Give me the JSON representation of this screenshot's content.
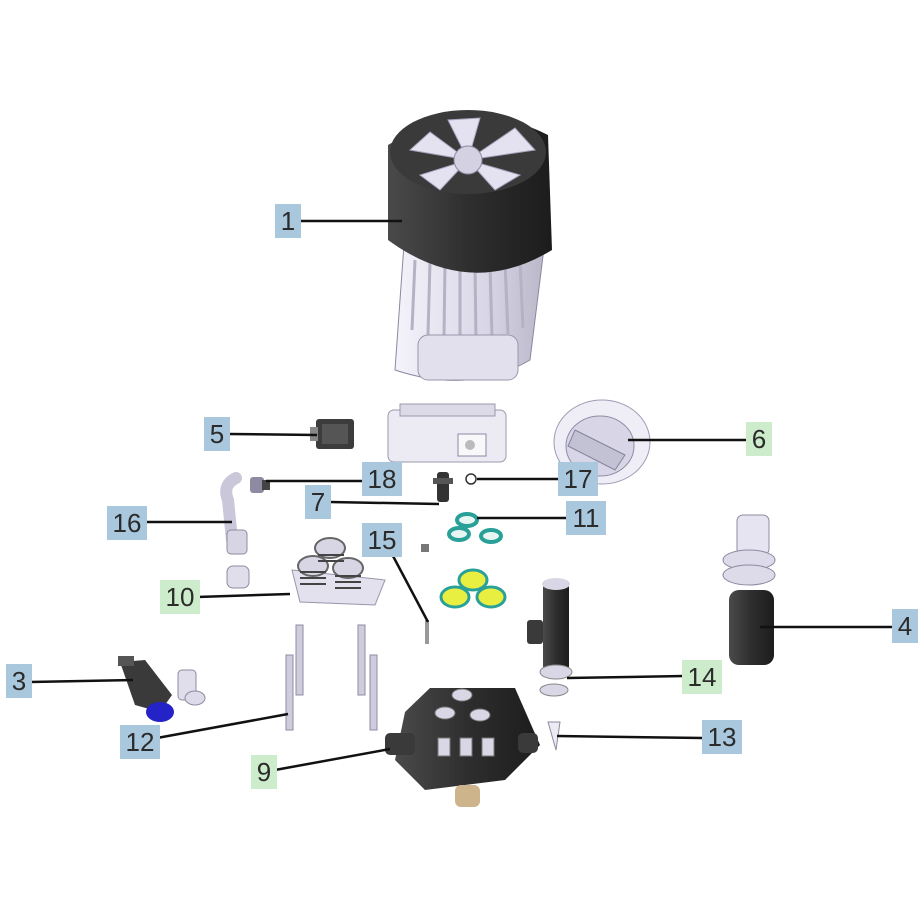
{
  "diagram": {
    "callouts": [
      {
        "key": "c1",
        "label": "1"
      },
      {
        "key": "c3",
        "label": "3"
      },
      {
        "key": "c4",
        "label": "4"
      },
      {
        "key": "c5",
        "label": "5"
      },
      {
        "key": "c6",
        "label": "6"
      },
      {
        "key": "c7",
        "label": "7"
      },
      {
        "key": "c9",
        "label": "9"
      },
      {
        "key": "c10",
        "label": "10"
      },
      {
        "key": "c11",
        "label": "11"
      },
      {
        "key": "c12",
        "label": "12"
      },
      {
        "key": "c13",
        "label": "13"
      },
      {
        "key": "c14",
        "label": "14"
      },
      {
        "key": "c15",
        "label": "15"
      },
      {
        "key": "c16",
        "label": "16"
      },
      {
        "key": "c17",
        "label": "17"
      },
      {
        "key": "c18",
        "label": "18"
      }
    ],
    "colors": {
      "callout_blue": "#a9c8de",
      "callout_green": "#cdeccb",
      "leader": "#111111",
      "part_dark": "#2f2f2f",
      "part_light": "#e6e4ef",
      "part_teal": "#2aa198",
      "part_yellow": "#e0e000",
      "part_blue": "#2222cc",
      "part_brass": "#c8b48a"
    }
  }
}
